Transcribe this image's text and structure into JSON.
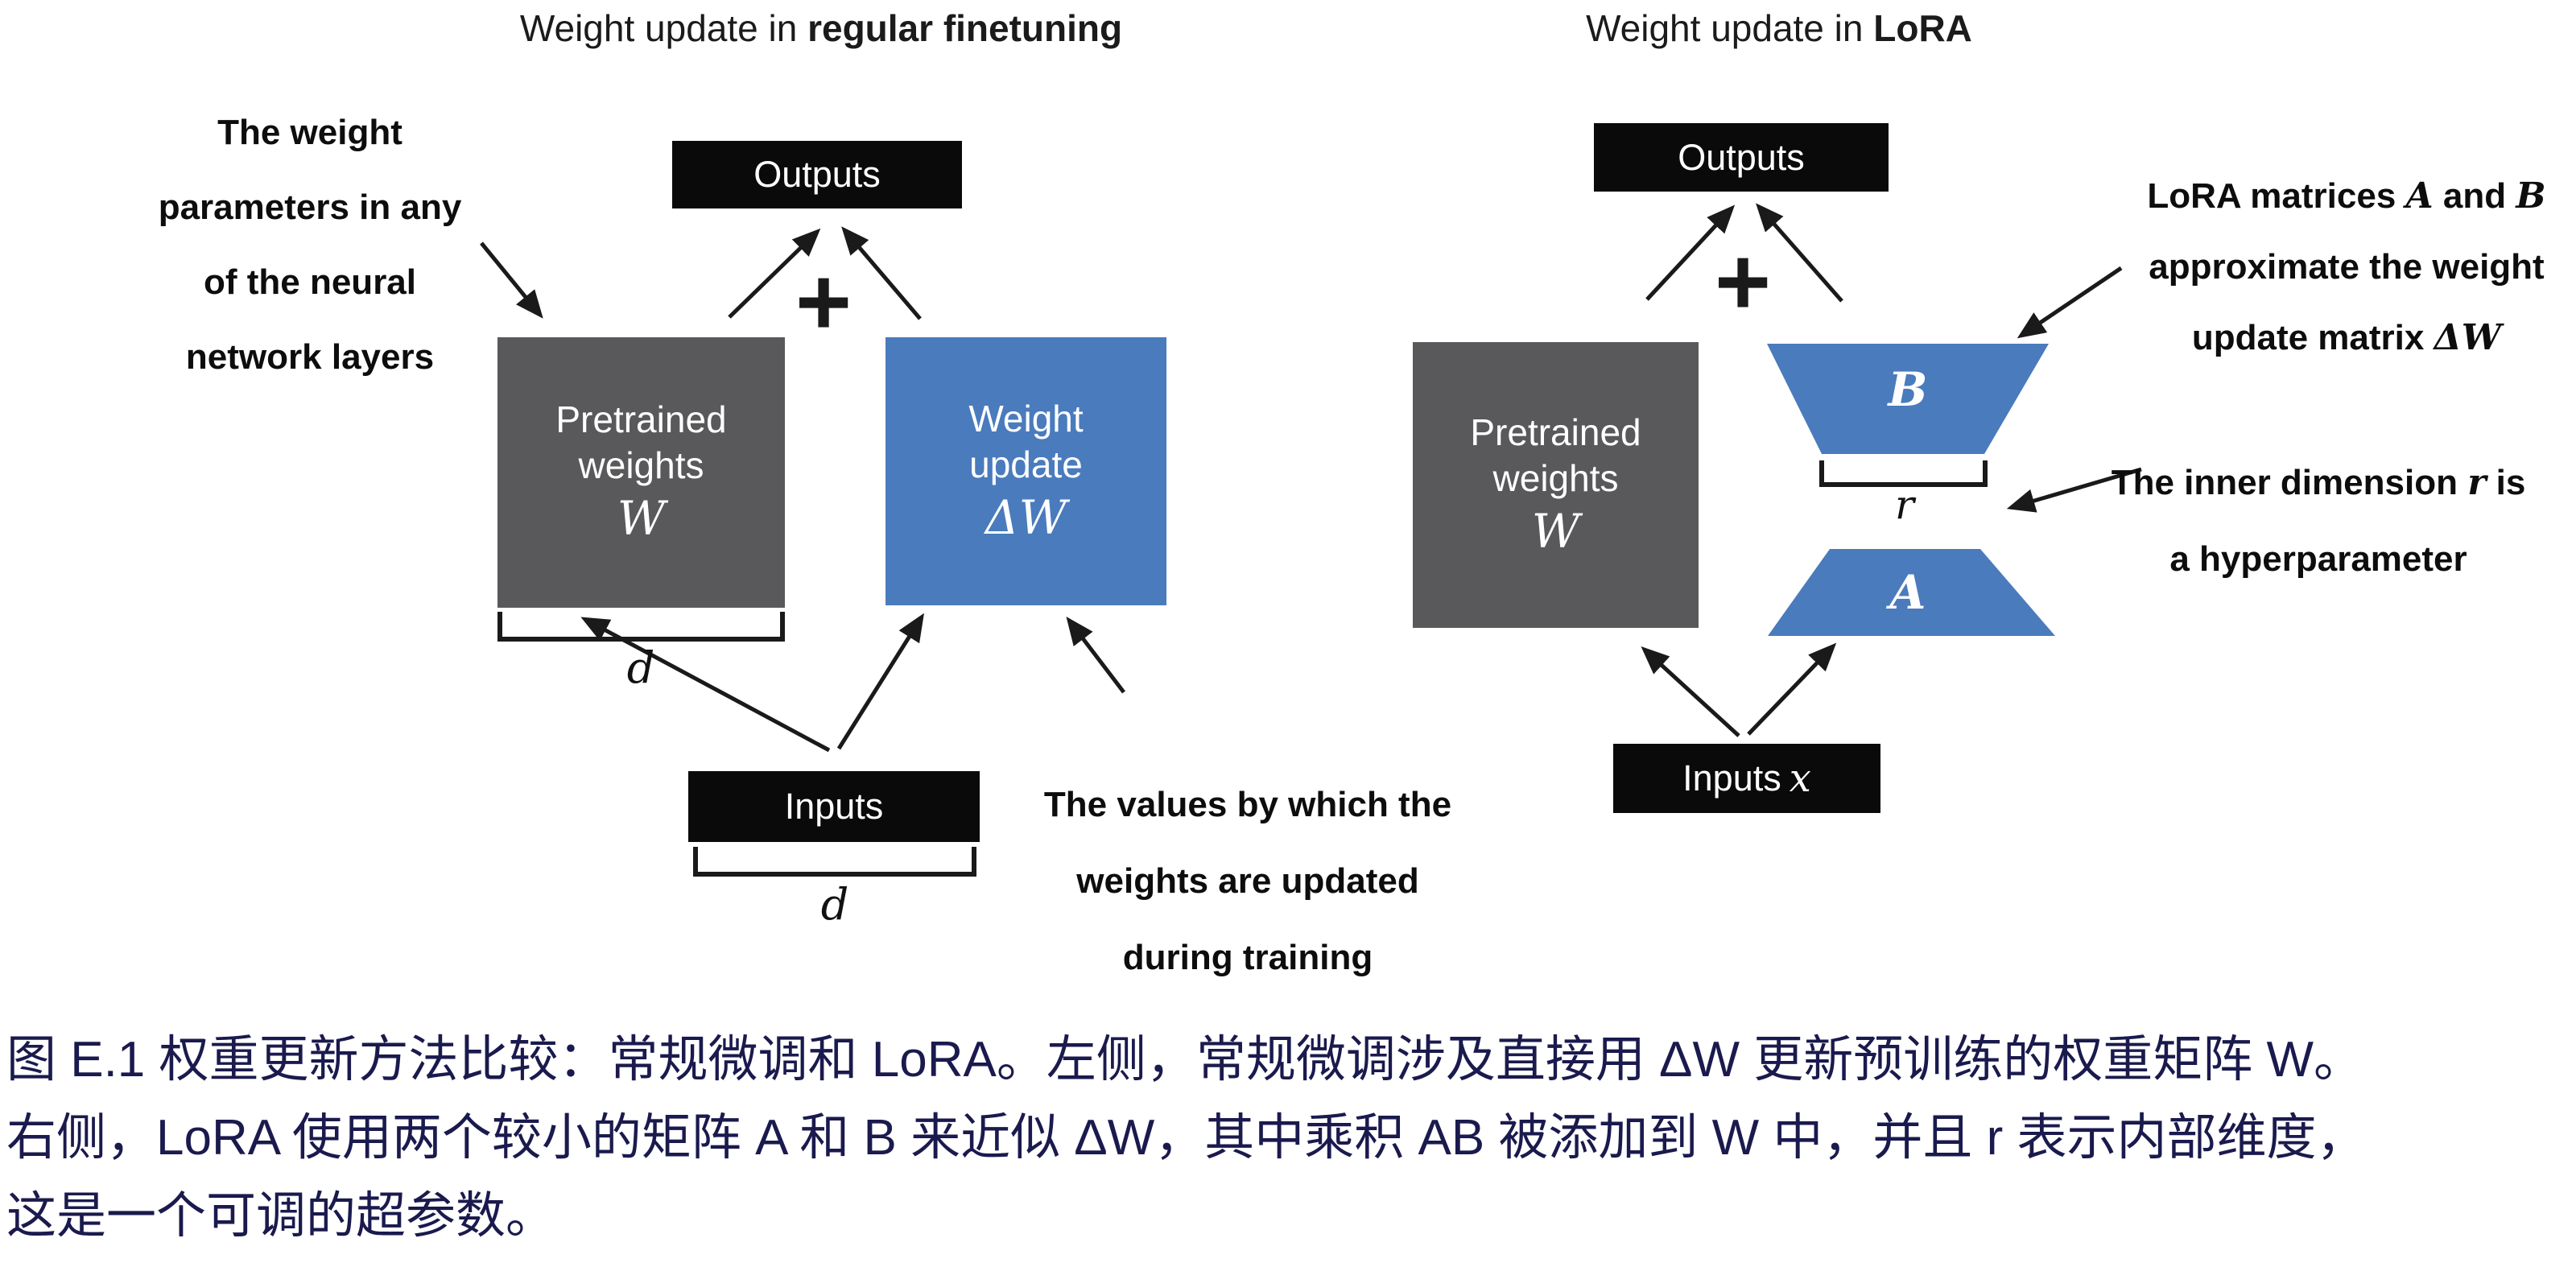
{
  "figure": {
    "left": {
      "title_normal": "Weight update in ",
      "title_bold": "regular finetuning",
      "annotation_weight": [
        "The weight",
        "parameters in any",
        "of the neural",
        "network layers"
      ],
      "outputs_label": "Outputs",
      "plus": "+",
      "pretrained": {
        "line1": "Pretrained",
        "line2": "weights",
        "symbol": "W"
      },
      "weight_update": {
        "line1": "Weight",
        "line2": "update",
        "symbol": "ΔW"
      },
      "dim_w": "d",
      "inputs_label": "Inputs",
      "dim_inputs": "d",
      "annotation_values": [
        "The values by which the",
        "weights are updated",
        "during training"
      ]
    },
    "right": {
      "title_normal": "Weight update in ",
      "title_bold": "LoRA",
      "outputs_label": "Outputs",
      "plus": "+",
      "pretrained": {
        "line1": "Pretrained",
        "line2": "weights",
        "symbol": "W"
      },
      "matrix_b": "B",
      "rank": "r",
      "matrix_a": "A",
      "inputs_label": "Inputs ",
      "inputs_symbol": "x",
      "annotation_ab": {
        "l1a": "LoRA matrices ",
        "l1b": "A",
        "l1c": " and ",
        "l1d": "B",
        "l2": "approximate the weight",
        "l3a": "update matrix ",
        "l3b": "ΔW"
      },
      "annotation_r": {
        "l1a": "The inner dimension ",
        "l1b": "r",
        "l1c": " is",
        "l2": "a hyperparameter"
      }
    }
  },
  "caption": {
    "lines": [
      "图 E.1 权重更新方法比较：常规微调和 LoRA。左侧，常规微调涉及直接用 ΔW 更新预训练的权重矩阵 W。",
      "右侧，LoRA 使用两个较小的矩阵 A 和 B 来近似 ΔW，其中乘积 AB 被添加到 W 中，并且 r 表示内部维度，",
      "这是一个可调的超参数。"
    ]
  },
  "colors": {
    "box_gray": "#59595B",
    "box_blue": "#4A7BBD",
    "box_black": "#0a0a0a",
    "arrow": "#1a1a1a",
    "caption_text": "#1A1A4E"
  }
}
